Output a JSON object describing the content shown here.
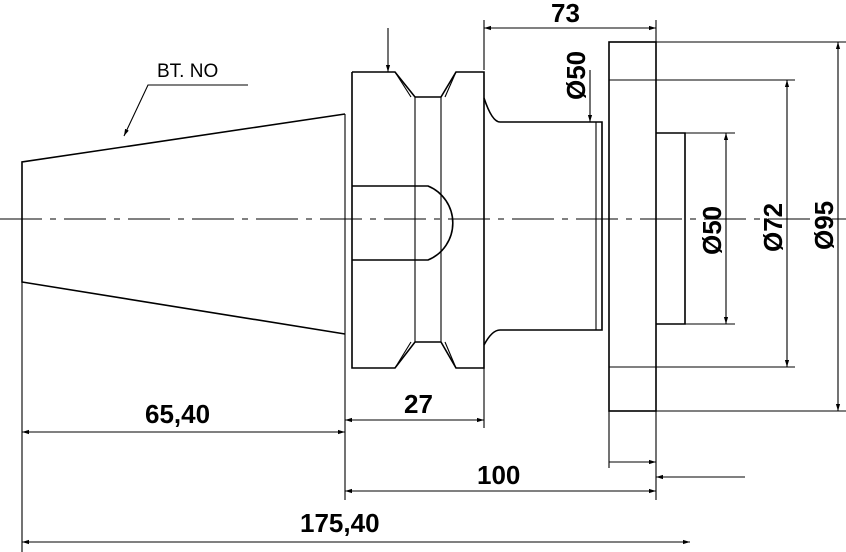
{
  "labels": {
    "bt_no": "BT. NO"
  },
  "dimensions": {
    "d_73": "73",
    "d_50_neck": "Ø50",
    "d_50_bore": "Ø50",
    "d_72": "Ø72",
    "d_95": "Ø95",
    "d_27": "27",
    "d_65_40": "65,40",
    "d_100": "100",
    "d_175_40": "175,40"
  }
}
